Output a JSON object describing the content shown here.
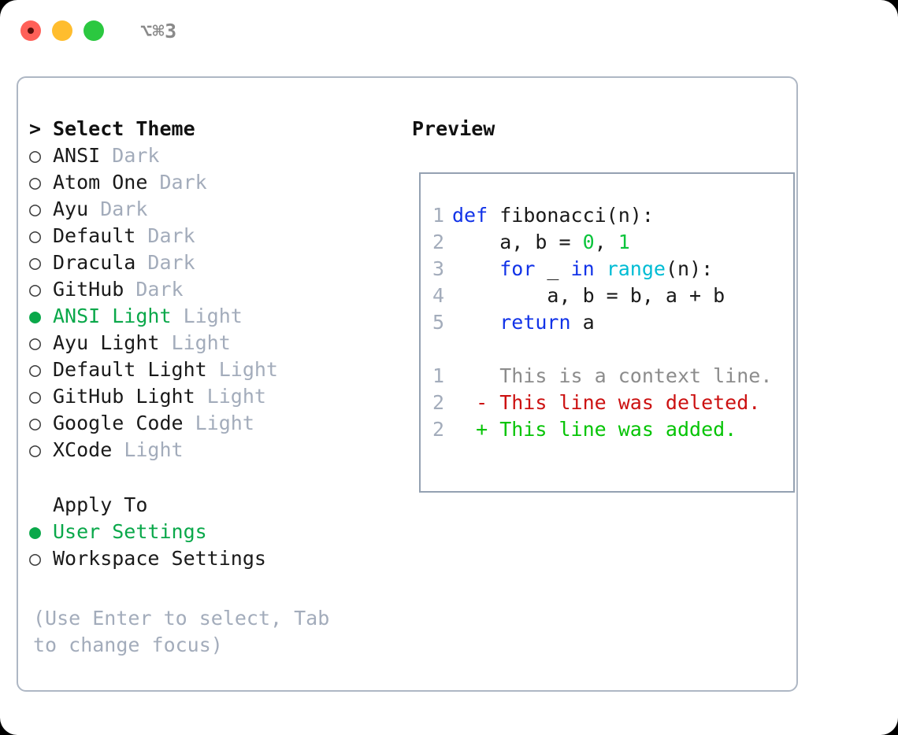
{
  "window": {
    "shortcut_label": "⌥⌘3",
    "traffic_lights": [
      {
        "name": "close",
        "color": "#ff6058"
      },
      {
        "name": "minimize",
        "color": "#ffbd2e"
      },
      {
        "name": "maximize",
        "color": "#2bc840"
      }
    ]
  },
  "theme_panel": {
    "caret": ">",
    "title": "Select Theme",
    "bullet_selected": "●",
    "bullet_unselected": "○",
    "items": [
      {
        "name": "ANSI",
        "kind": "Dark",
        "selected": false
      },
      {
        "name": "Atom One",
        "kind": "Dark",
        "selected": false
      },
      {
        "name": "Ayu",
        "kind": "Dark",
        "selected": false
      },
      {
        "name": "Default",
        "kind": "Dark",
        "selected": false
      },
      {
        "name": "Dracula",
        "kind": "Dark",
        "selected": false
      },
      {
        "name": "GitHub",
        "kind": "Dark",
        "selected": false
      },
      {
        "name": "ANSI Light",
        "kind": "Light",
        "selected": true
      },
      {
        "name": "Ayu Light",
        "kind": "Light",
        "selected": false
      },
      {
        "name": "Default Light",
        "kind": "Light",
        "selected": false
      },
      {
        "name": "GitHub Light",
        "kind": "Light",
        "selected": false
      },
      {
        "name": "Google Code",
        "kind": "Light",
        "selected": false
      },
      {
        "name": "XCode",
        "kind": "Light",
        "selected": false
      }
    ]
  },
  "apply_to": {
    "title": "Apply To",
    "options": [
      {
        "label": "User Settings",
        "selected": true
      },
      {
        "label": "Workspace Settings",
        "selected": false
      }
    ]
  },
  "hint": "(Use Enter to select, Tab to change focus)",
  "preview": {
    "heading": "Preview",
    "code_lines": [
      {
        "num": "1",
        "tokens": [
          {
            "t": "def ",
            "c": "kw"
          },
          {
            "t": "fibonacci(n):",
            "c": "txt"
          }
        ]
      },
      {
        "num": "2",
        "tokens": [
          {
            "t": "    a, b = ",
            "c": "txt"
          },
          {
            "t": "0",
            "c": "num"
          },
          {
            "t": ", ",
            "c": "txt"
          },
          {
            "t": "1",
            "c": "num"
          }
        ]
      },
      {
        "num": "3",
        "tokens": [
          {
            "t": "    ",
            "c": "txt"
          },
          {
            "t": "for",
            "c": "kw"
          },
          {
            "t": " _ ",
            "c": "txt"
          },
          {
            "t": "in",
            "c": "kw"
          },
          {
            "t": " ",
            "c": "txt"
          },
          {
            "t": "range",
            "c": "fn"
          },
          {
            "t": "(n):",
            "c": "txt"
          }
        ]
      },
      {
        "num": "4",
        "tokens": [
          {
            "t": "        a, b = b, a + b",
            "c": "txt"
          }
        ]
      },
      {
        "num": "5",
        "tokens": [
          {
            "t": "    ",
            "c": "txt"
          },
          {
            "t": "return",
            "c": "kw"
          },
          {
            "t": " a",
            "c": "txt"
          }
        ]
      }
    ],
    "diff_lines": [
      {
        "num": "1",
        "marker": " ",
        "text": "This is a context line.",
        "kind": "ctx"
      },
      {
        "num": "2",
        "marker": "-",
        "text": "This line was deleted.",
        "kind": "del"
      },
      {
        "num": "2",
        "marker": "+",
        "text": "This line was added.",
        "kind": "add"
      }
    ]
  },
  "colors": {
    "accent_green": "#0aa84a",
    "muted_gray": "#a3acbb",
    "keyword_blue": "#1233e8",
    "function_cyan": "#00bcd4",
    "number_green": "#0ac43b",
    "diff_delete_red": "#cc1111",
    "diff_add_green": "#05c405",
    "panel_border": "#aeb7c4",
    "preview_border": "#94a1b2"
  }
}
